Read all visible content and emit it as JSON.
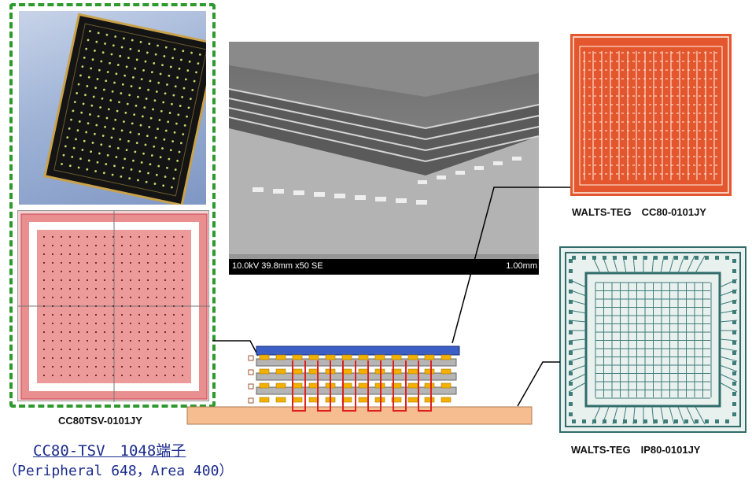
{
  "sem": {
    "readout": "10.0kV 39.8mm x50 SE",
    "scale": "1.00mm"
  },
  "labels": {
    "tsv_layout": "CC80TSV-0101JY",
    "walts_cc": "WALTS-TEG　CC80-0101JY",
    "walts_ip": "WALTS-TEG　IP80-0101JY",
    "main_title": "CC80-TSV　1048端子",
    "sub_title": "（Peripheral 648，Area 400）"
  },
  "colors": {
    "dash_green": "#2e9a2e",
    "title_blue": "#1b2b8c",
    "substrate": "#f6bd91",
    "top_chip": "#3b5fc4",
    "bump": "#f2b100",
    "tsv_red": "#e02020"
  }
}
